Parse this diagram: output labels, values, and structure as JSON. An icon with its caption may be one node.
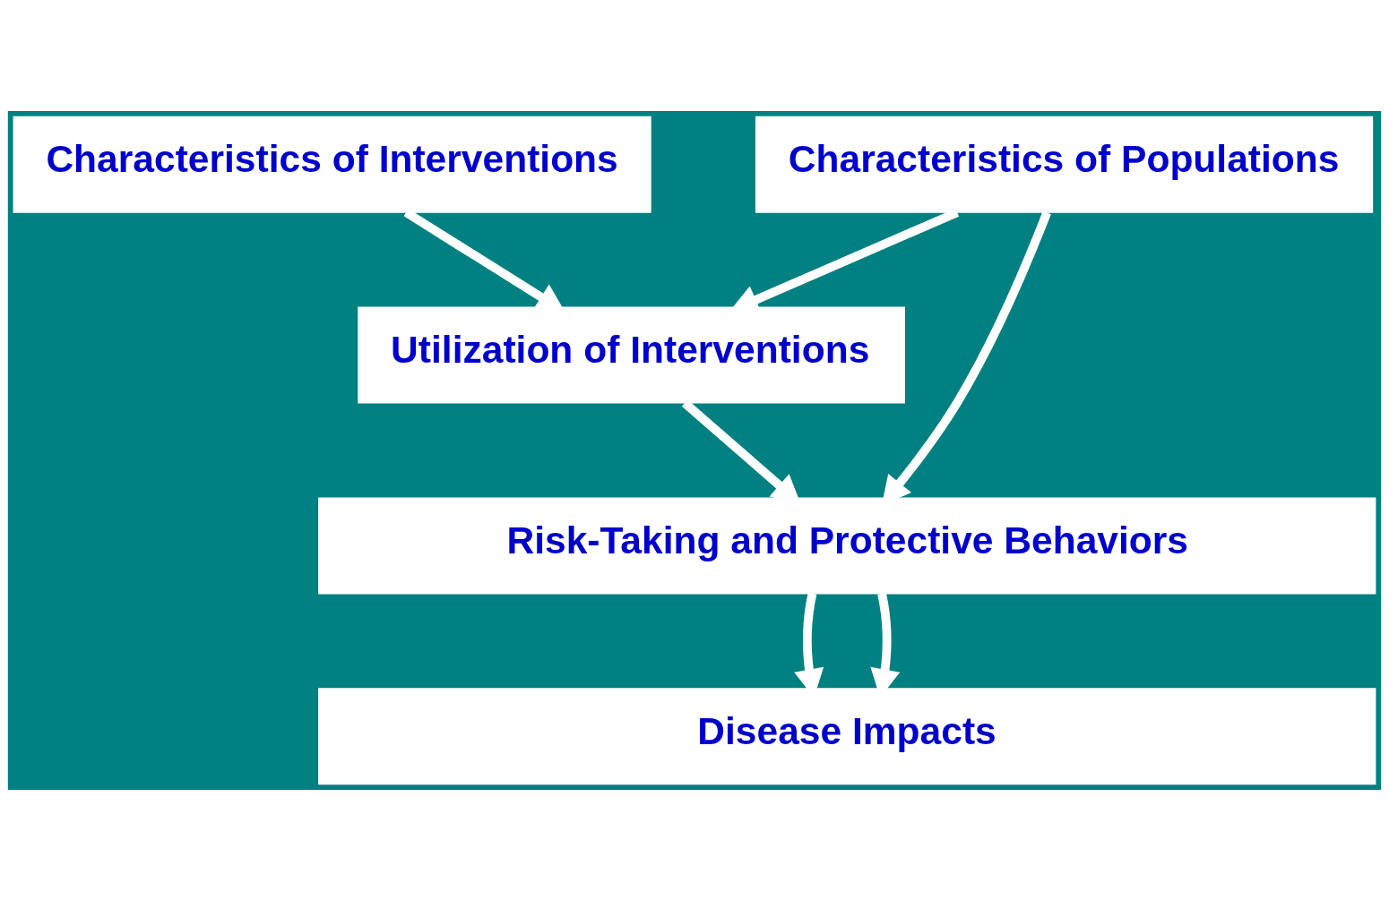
{
  "diagram": {
    "nodes": [
      {
        "text": [
          "Characteristics of Populations"
        ]
      },
      {
        "text": [
          "Characteristics of Interventions"
        ]
      },
      {
        "text": [
          "Utilization of Interventions"
        ]
      },
      {
        "text": [
          "Risk-Taking and Protective Behaviors"
        ]
      },
      {
        "text": [
          "Disease Impacts"
        ]
      }
    ],
    "edges": [
      {
        "from": 0,
        "to": 2,
        "arrow": "to"
      },
      {
        "from": 1,
        "to": 2,
        "arrow": "to"
      },
      {
        "from": 0,
        "to": 3,
        "arrow": "to"
      },
      {
        "from": 2,
        "to": 3,
        "arrow": "to"
      },
      {
        "from": 3,
        "to": 4,
        "arrow": "to"
      },
      {
        "from": 3,
        "to": 4,
        "arrow": "to"
      }
    ]
  }
}
